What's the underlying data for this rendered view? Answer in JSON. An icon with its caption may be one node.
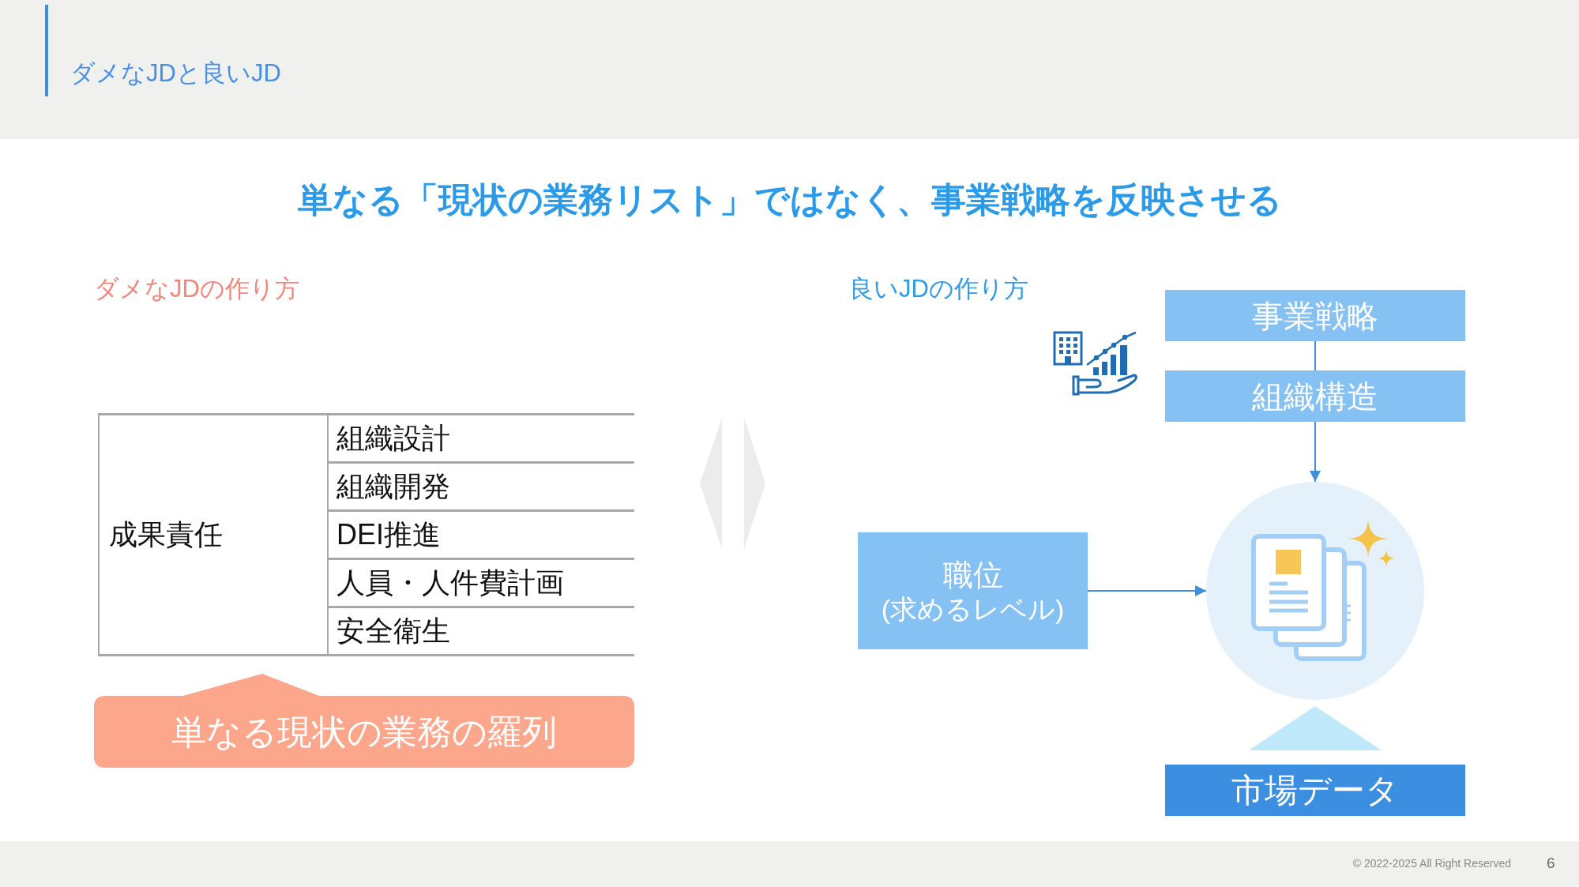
{
  "diagram": {
    "title": "ダメなJDと良いJD",
    "nodes": [
      {
        "text": [
          "単なる現状の業務の羅列"
        ]
      },
      {
        "text": [
          "事業戦略"
        ]
      },
      {
        "text": [
          "組織構造"
        ]
      },
      {
        "text": [
          "職位",
          "(求めるレベル)"
        ]
      },
      {
        "text": [],
        "shape": "circle"
      },
      {
        "text": [
          "市場データ"
        ]
      }
    ],
    "edges": [
      {
        "from": 1,
        "to": 2,
        "arrow": "none"
      },
      {
        "from": 2,
        "to": 4,
        "arrow": "to"
      },
      {
        "from": 3,
        "to": 4,
        "arrow": "to"
      },
      {
        "from": 5,
        "to": 4,
        "arrow": "to",
        "color": "#bfe9fb"
      }
    ],
    "labels": [
      "単なる「現状の業務リスト」ではなく、事業戦略を反映させる",
      "ダメなJDの作り方",
      "良いJDの作り方",
      "成果責任",
      "組織設計",
      "組織開発",
      "DEI推進",
      "人員・人件費計画",
      "安全衛生",
      "© 2022-2025 All Right Reserved",
      "6"
    ]
  }
}
